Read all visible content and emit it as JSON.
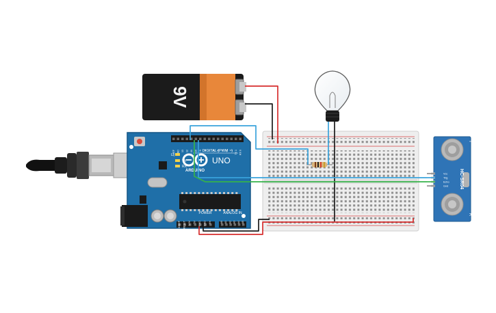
{
  "battery": {
    "label": "9V",
    "color_body": "#1b1b1b",
    "color_cap": "#e8873a"
  },
  "arduino": {
    "brand": "ARDUINO",
    "model": "UNO",
    "digital_label": "DIGITAL (PWM ~)",
    "power_label": "POWER",
    "analog_label": "ANALOG IN",
    "tx_label": "TX",
    "rx_label": "RX",
    "l_label": "L",
    "digital_pins": [
      "AREF",
      "GND",
      "13",
      "12",
      "~11",
      "~10",
      "~9",
      "8",
      "7",
      "~6",
      "~5",
      "4",
      "~3",
      "2",
      "TX 1",
      "RX 0"
    ],
    "power_pins": [
      "IOREF",
      "RESET",
      "3.3V",
      "5V",
      "GND",
      "GND",
      "Vin"
    ],
    "analog_pins": [
      "A0",
      "A1",
      "A2",
      "A3",
      "A4",
      "A5"
    ],
    "color_board": "#1f6fa8"
  },
  "sensor": {
    "model": "HC-SR04",
    "pins": [
      "Vcc",
      "Trig",
      "Echo",
      "Gnd"
    ],
    "label_t": "T",
    "label_r": "R",
    "color_board": "#2f74b6"
  },
  "wire_colors": {
    "red": "#d62d2d",
    "black": "#1a1a1a",
    "blue": "#39a3dc",
    "green": "#35b24a"
  }
}
